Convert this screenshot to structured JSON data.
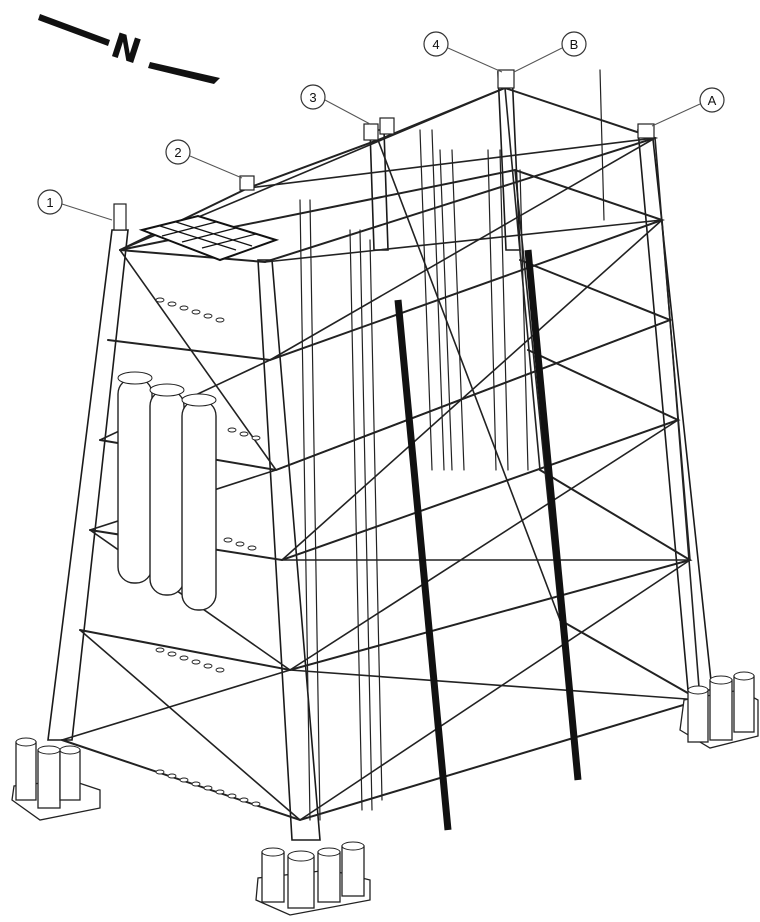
{
  "figure": {
    "callouts": [
      {
        "id": "leg-1",
        "label": "1"
      },
      {
        "id": "leg-2",
        "label": "2"
      },
      {
        "id": "leg-3",
        "label": "3"
      },
      {
        "id": "leg-4",
        "label": "4"
      },
      {
        "id": "leg-A",
        "label": "A"
      },
      {
        "id": "leg-B",
        "label": "B"
      }
    ],
    "north_arrow": {
      "label": "N",
      "icon": "north-arrow-icon"
    },
    "colors": {
      "line": "#222222",
      "background": "#ffffff",
      "rail": "#111111"
    }
  }
}
